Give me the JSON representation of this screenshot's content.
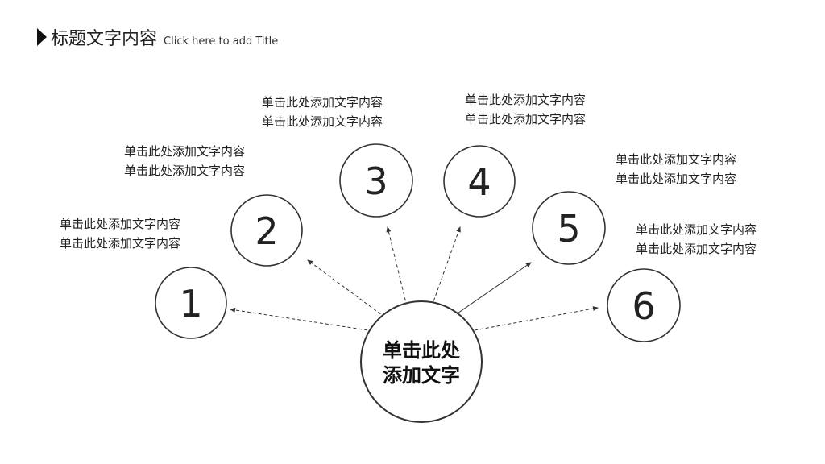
{
  "title": {
    "main": "标题文字内容",
    "sub": "Click here to add Title"
  },
  "center": {
    "line1": "单击此处",
    "line2": "添加文字"
  },
  "nodes": [
    {
      "number": "1",
      "line1": "单击此处添加文字内容",
      "line2": "单击此处添加文字内容"
    },
    {
      "number": "2",
      "line1": "单击此处添加文字内容",
      "line2": "单击此处添加文字内容"
    },
    {
      "number": "3",
      "line1": "单击此处添加文字内容",
      "line2": "单击此处添加文字内容"
    },
    {
      "number": "4",
      "line1": "单击此处添加文字内容",
      "line2": "单击此处添加文字内容"
    },
    {
      "number": "5",
      "line1": "单击此处添加文字内容",
      "line2": "单击此处添加文字内容"
    },
    {
      "number": "6",
      "line1": "单击此处添加文字内容",
      "line2": "单击此处添加文字内容"
    }
  ]
}
